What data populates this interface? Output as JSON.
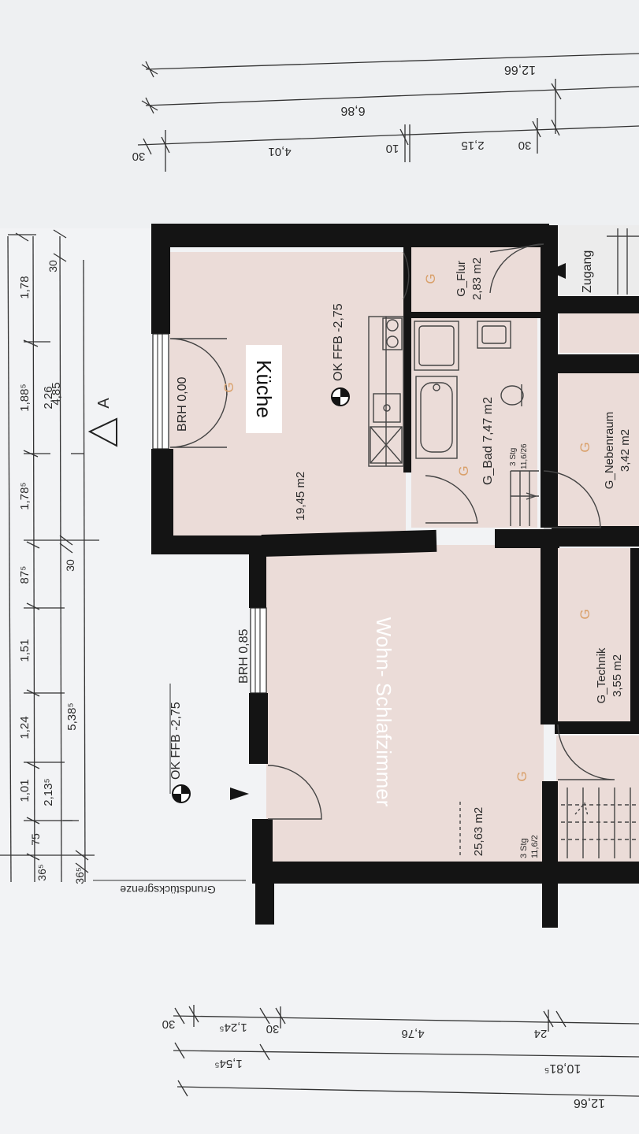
{
  "dimensions": {
    "top_a": "12,66",
    "top_b": "6,86",
    "top_c1": "30",
    "top_c2": "4,01",
    "top_c3": "10",
    "top_c4": "2,15",
    "top_c5": "30",
    "left_r1": [
      "1,78",
      "1,88⁵",
      "1,78⁵",
      "87⁵",
      "1,51",
      "1,24",
      "1,01",
      "75",
      "36⁵"
    ],
    "left_r2": [
      "2,26",
      "4,85"
    ],
    "left_r3": [
      "2,13⁵",
      "5,38⁵"
    ],
    "left_r4": [
      "30",
      "30",
      "36⁵"
    ],
    "bottom_c1": "30",
    "bottom_c2": "1,24⁵",
    "bottom_c3": "30",
    "bottom_c4": "4,76",
    "bottom_c5": "24",
    "bottom_b": "1,54⁵",
    "bottom_b2": "10,81⁵",
    "bottom_a": "12,66"
  },
  "rooms": {
    "kueche_label": "Küche",
    "kueche_area": "19,45 m2",
    "flur_name": "G_Flur",
    "flur_area": "2,83 m2",
    "bad_label": "G_Bad 7,47 m2",
    "nebenraum_name": "G_Nebenraum",
    "nebenraum_area": "3,42 m2",
    "technik_name": "G_Technik",
    "technik_area": "3,55 m2",
    "wohn_label": "Wohn- Schlafzimmer",
    "wohn_area": "25,63 m2",
    "g_mark": "G"
  },
  "annotations": {
    "ok_ffb_1": "OK FFB -2,75",
    "ok_ffb_2": "OK FFB -2,75",
    "brh_000": "BRH 0,00",
    "brh_085": "BRH 0,85",
    "zugang": "Zugang",
    "grundstuecksgrenze": "Grundstücksgrenze",
    "stairs_top_a": "3 Stg",
    "stairs_top_b": "11,6/26",
    "stairs_bottom_a": "3 Stg",
    "stairs_bottom_b": "11,6/2",
    "section_mark": "A"
  },
  "colors": {
    "paper": "#f2f3f5",
    "room_fill": "#ebdcd8",
    "wall": "#141414",
    "label_bg": "#ffffff",
    "g_mark": "#d9a06a"
  }
}
